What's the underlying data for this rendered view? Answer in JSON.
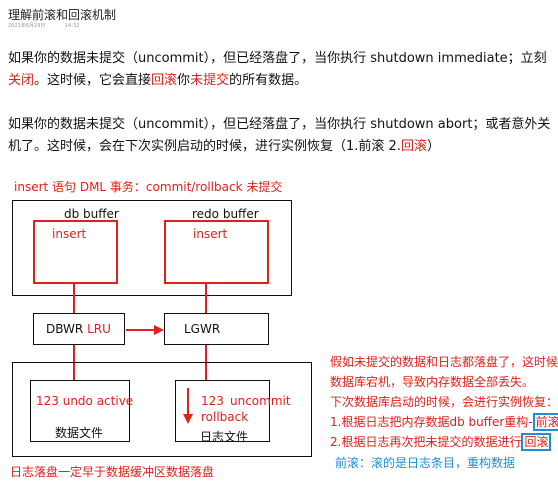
{
  "header": {
    "title": "理解前滚和回滚机制",
    "date": "2021年6月29日",
    "time": "14:32"
  },
  "para1": {
    "part1": "如果你的数据未提交（uncommit），但已经落盘了，当你执行 shutdown immediate；立刻",
    "part2": "关闭",
    "part3": "。这时候，它会直接",
    "part4": "回滚",
    "part5": "你",
    "part6": "未提交",
    "part7": "的所有数据。"
  },
  "para2": {
    "part1": "如果你的数据未提交（uncommit），但已经落盘了，当你执行 shutdown abort；或者意外关",
    "part2": "机了。这时候，会在下次实例启动的时候，进行实例恢复（1.前滚 2.",
    "part3": "回滚",
    "part4": "）"
  },
  "diagram": {
    "caption": "insert 语句 DML 事务：commit/rollback    未提交",
    "db_buffer": "db buffer",
    "redo_buffer": "redo buffer",
    "insert1": "insert",
    "insert2": "insert",
    "dbwr": "DBWR",
    "lru": "LRU",
    "lgwr": "LGWR",
    "undo": "123 undo active",
    "datafile": "数据文件",
    "redo_num": "123",
    "uncommit": "uncommit",
    "rollback": "rollback",
    "logfile": "日志文件",
    "bottom": "日志落盘一定早于数据缓冲区数据落盘"
  },
  "notes": {
    "line1": "假如未提交的数据和日志都落盘了，这时候",
    "line2": "数据库宕机，导致内存数据全部丢失。",
    "line3": "下次数据库启动的时候，会进行实例恢复：",
    "line4a": "1.根据日志把内存数据db buffer重构-",
    "line4b": "前滚",
    "line5a": "2.根据日志再次把未提交的数据进行",
    "line5b": "回滚",
    "line6": "前滚：滚的是日志条目，重构数据"
  },
  "colors": {
    "accent_red": "#e0201b",
    "highlight_blue": "#1e8fd6"
  }
}
